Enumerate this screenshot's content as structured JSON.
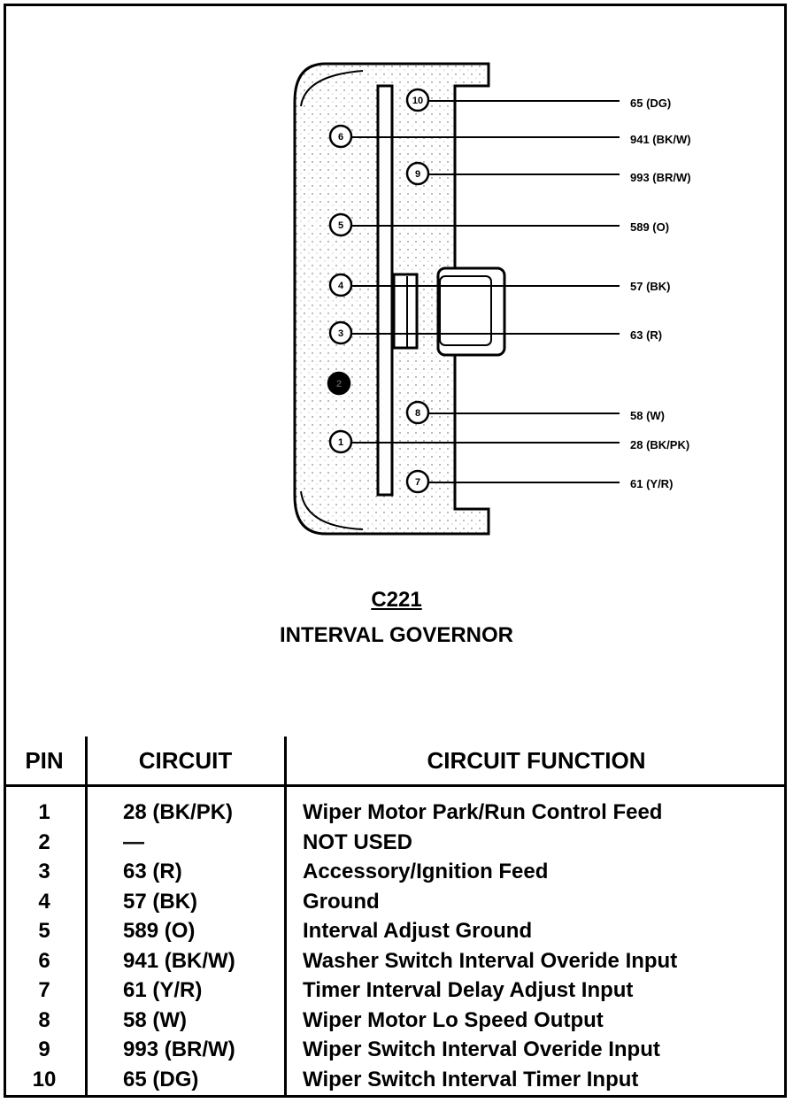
{
  "connector": {
    "id": "C221",
    "name": "INTERVAL GOVERNOR",
    "pins_in_diagram": [
      {
        "pin": "10",
        "wire": "65 (DG)"
      },
      {
        "pin": "6",
        "wire": "941 (BK/W)"
      },
      {
        "pin": "9",
        "wire": "993 (BR/W)"
      },
      {
        "pin": "5",
        "wire": "589 (O)"
      },
      {
        "pin": "4",
        "wire": "57 (BK)"
      },
      {
        "pin": "3",
        "wire": "63 (R)"
      },
      {
        "pin": "2",
        "wire": ""
      },
      {
        "pin": "8",
        "wire": "58 (W)"
      },
      {
        "pin": "1",
        "wire": "28 (BK/PK)"
      },
      {
        "pin": "7",
        "wire": "61 (Y/R)"
      }
    ]
  },
  "table": {
    "headers": [
      "PIN",
      "CIRCUIT",
      "CIRCUIT FUNCTION"
    ],
    "rows": [
      {
        "pin": "1",
        "circuit": "28 (BK/PK)",
        "function": "Wiper Motor Park/Run Control Feed"
      },
      {
        "pin": "2",
        "circuit": "—",
        "function": "NOT USED"
      },
      {
        "pin": "3",
        "circuit": "63 (R)",
        "function": "Accessory/Ignition Feed"
      },
      {
        "pin": "4",
        "circuit": "57 (BK)",
        "function": "Ground"
      },
      {
        "pin": "5",
        "circuit": "589 (O)",
        "function": "Interval Adjust Ground"
      },
      {
        "pin": "6",
        "circuit": "941 (BK/W)",
        "function": "Washer Switch Interval Overide Input"
      },
      {
        "pin": "7",
        "circuit": "61 (Y/R)",
        "function": "Timer Interval Delay Adjust Input"
      },
      {
        "pin": "8",
        "circuit": "58 (W)",
        "function": "Wiper Motor Lo Speed Output"
      },
      {
        "pin": "9",
        "circuit": "993 (BR/W)",
        "function": "Wiper Switch Interval Overide Input"
      },
      {
        "pin": "10",
        "circuit": "65 (DG)",
        "function": "Wiper Switch Interval Timer Input"
      }
    ]
  },
  "colors": {
    "ink": "#000000",
    "paper": "#ffffff",
    "stipple": "#555555"
  }
}
